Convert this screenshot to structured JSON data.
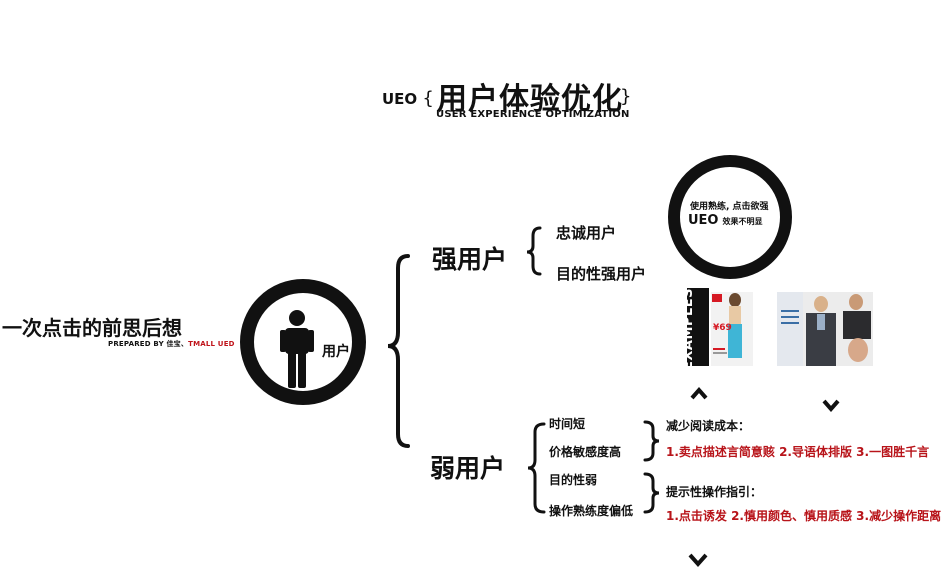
{
  "title": {
    "prefix": "UEO",
    "brace_open": "{",
    "main": "用户体验优化",
    "brace_close": "}",
    "subtitle": "USER EXPERIENCE OPTIMIZATION"
  },
  "left": {
    "heading": "一次点击的前思后想",
    "credit_prefix": "PREPARED BY 佳宝、",
    "credit_red": "TMALL UED"
  },
  "center": {
    "user_label": "用户"
  },
  "strong": {
    "label": "强用户",
    "items": [
      "忠诚用户",
      "目的性强用户"
    ],
    "circle_line1": "使用熟练, 点击欲强",
    "circle_line2_main": "UEO",
    "circle_line2_small": "效果不明显",
    "examples_label": "EXAMPLES:",
    "example1_price": "¥69",
    "arrows": [
      "up",
      "down"
    ]
  },
  "weak": {
    "label": "弱用户",
    "items": [
      "时间短",
      "价格敏感度高",
      "目的性弱",
      "操作熟练度偏低"
    ],
    "group1_heading": "减少阅读成本：",
    "group1_points": "1.卖点描述言简意赅  2.导语体排版  3.一图胜千言",
    "group2_heading": "提示性操作指引：",
    "group2_points": "1.点击诱发  2.慎用颜色、慎用质感  3.减少操作距离",
    "arrow": "down"
  },
  "colors": {
    "ink": "#111111",
    "accent_red": "#b8141a"
  }
}
